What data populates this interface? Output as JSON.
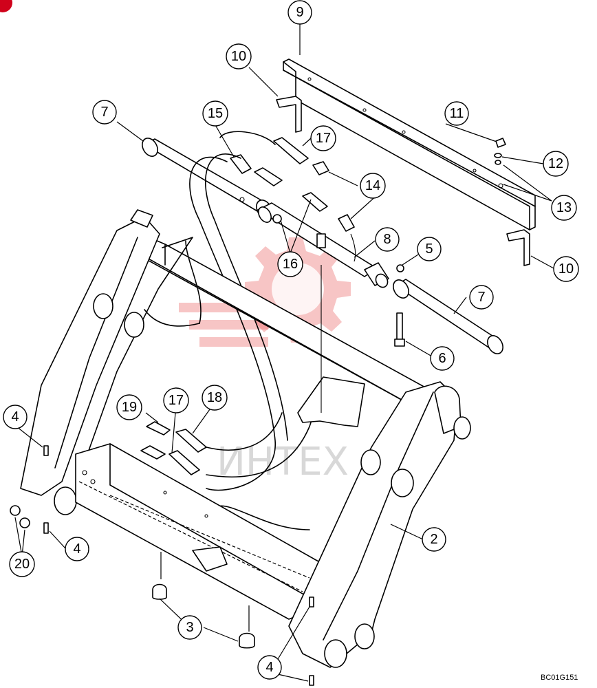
{
  "figure_code": "BC01G151",
  "watermark_text": "ИНТЕХ",
  "callouts": [
    {
      "id": "9",
      "label": "9"
    },
    {
      "id": "10a",
      "label": "10"
    },
    {
      "id": "10b",
      "label": "10"
    },
    {
      "id": "7a",
      "label": "7"
    },
    {
      "id": "7b",
      "label": "7"
    },
    {
      "id": "15",
      "label": "15"
    },
    {
      "id": "17a",
      "label": "17"
    },
    {
      "id": "17b",
      "label": "17"
    },
    {
      "id": "11",
      "label": "11"
    },
    {
      "id": "12",
      "label": "12"
    },
    {
      "id": "13",
      "label": "13"
    },
    {
      "id": "14",
      "label": "14"
    },
    {
      "id": "16",
      "label": "16"
    },
    {
      "id": "8",
      "label": "8"
    },
    {
      "id": "5",
      "label": "5"
    },
    {
      "id": "6",
      "label": "6"
    },
    {
      "id": "19",
      "label": "19"
    },
    {
      "id": "18",
      "label": "18"
    },
    {
      "id": "4a",
      "label": "4"
    },
    {
      "id": "4b",
      "label": "4"
    },
    {
      "id": "4c",
      "label": "4"
    },
    {
      "id": "20",
      "label": "20"
    },
    {
      "id": "2",
      "label": "2"
    },
    {
      "id": "3",
      "label": "3"
    }
  ],
  "colors": {
    "line": "#000000",
    "watermark": "#e85a5a",
    "badge": "#d0021b"
  }
}
